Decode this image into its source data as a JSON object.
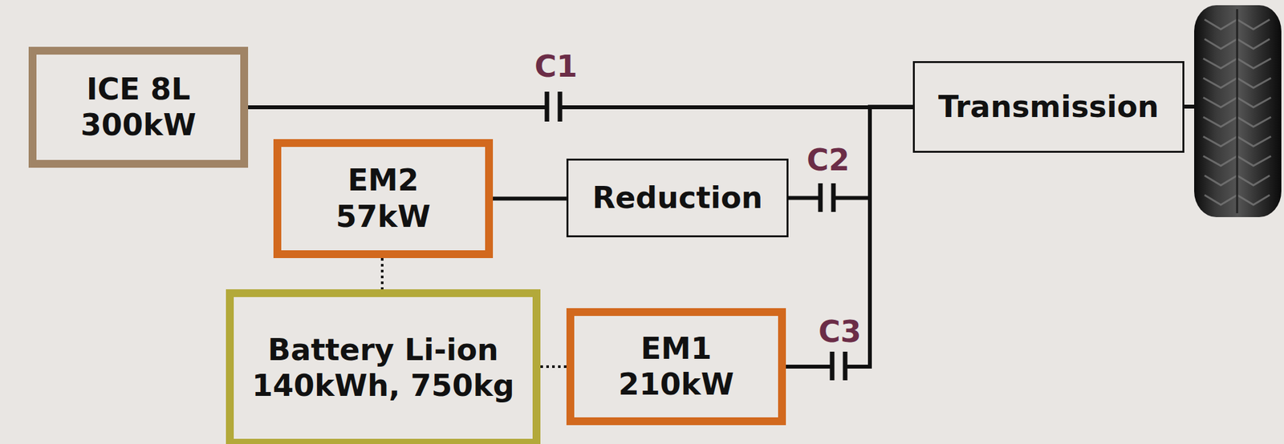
{
  "diagram": {
    "nodes": [
      {
        "text": [
          "ICE 8L",
          "300kW"
        ]
      },
      {
        "text": [
          "EM2",
          "57kW"
        ]
      },
      {
        "text": [
          "Reduction"
        ]
      },
      {
        "text": [
          "Battery Li-ion",
          "140kWh, 750kg"
        ]
      },
      {
        "text": [
          "EM1",
          "210kW"
        ]
      },
      {
        "text": [
          "Transmission"
        ]
      }
    ],
    "edges": [
      {
        "from": 0,
        "to": 5,
        "arrow": "none"
      },
      {
        "from": 1,
        "to": 2,
        "arrow": "none"
      },
      {
        "from": 2,
        "to": 5,
        "arrow": "none"
      },
      {
        "from": 4,
        "to": 5,
        "arrow": "none"
      },
      {
        "from": 1,
        "to": 3,
        "arrow": "none"
      },
      {
        "from": 3,
        "to": 4,
        "arrow": "none"
      }
    ],
    "labels": [
      "C1",
      "C2",
      "C3"
    ]
  }
}
